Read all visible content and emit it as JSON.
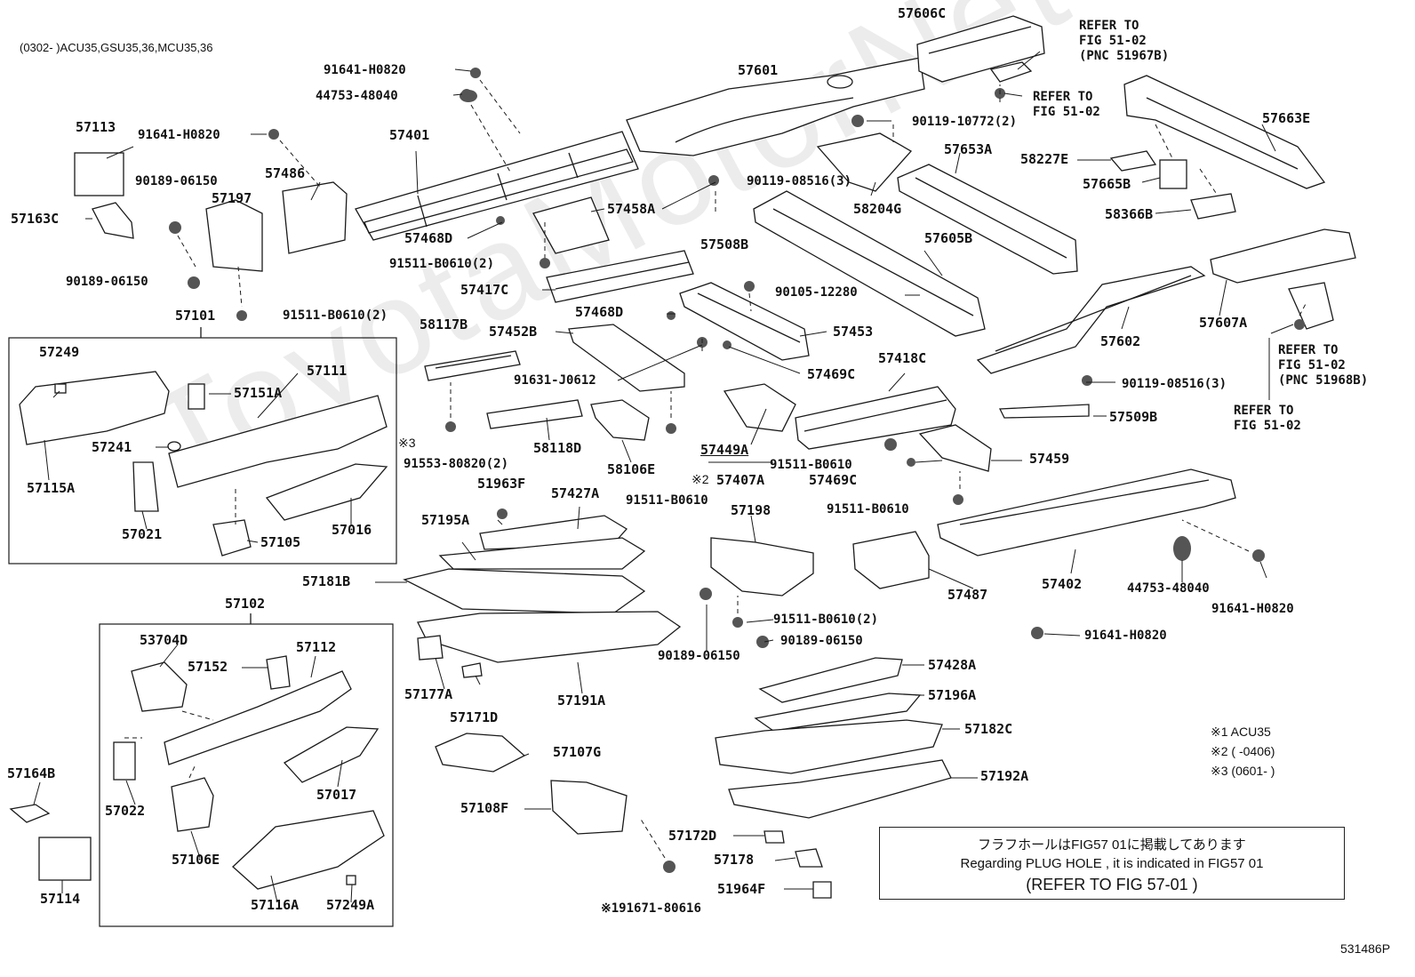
{
  "header": {
    "text": "(0302-     )ACU35,GSU35,36,MCU35,36"
  },
  "watermark": "ToyotaMotorNet",
  "drawing_number": "531486P",
  "labels": {
    "p57606C": "57606C",
    "p57601": "57601",
    "p57401": "57401",
    "p57113": "57113",
    "p57486": "57486",
    "p57197": "57197",
    "p57163C": "57163C",
    "p57458A": "57458A",
    "p57468D_a": "57468D",
    "p57508B": "57508B",
    "p57417C": "57417C",
    "p57468D_b": "57468D",
    "p57453": "57453",
    "p57452B": "57452B",
    "p58117B": "58117B",
    "p57469C_a": "57469C",
    "p57418C": "57418C",
    "p57449A": "57449A",
    "p57407A": "57407A",
    "p57469C_b": "57469C",
    "p57459": "57459",
    "p58118D": "58118D",
    "p58106E": "58106E",
    "p51963F": "51963F",
    "p57427A": "57427A",
    "p57195A": "57195A",
    "p57181B": "57181B",
    "p57198": "57198",
    "p57177A": "57177A",
    "p57171D": "57171D",
    "p57191A": "57191A",
    "p57107G": "57107G",
    "p57108F": "57108F",
    "p57172D": "57172D",
    "p57178": "57178",
    "p51964F": "51964F",
    "p57428A": "57428A",
    "p57196A": "57196A",
    "p57182C": "57182C",
    "p57192A": "57192A",
    "p57487": "57487",
    "p57402": "57402",
    "p57653A": "57653A",
    "p58204G": "58204G",
    "p57605B": "57605B",
    "p57602": "57602",
    "p57663E": "57663E",
    "p58227E": "58227E",
    "p57665B": "57665B",
    "p58366B": "58366B",
    "p57607A": "57607A",
    "p57509B": "57509B",
    "p57101": "57101",
    "p57249": "57249",
    "p57111": "57111",
    "p57151A": "57151A",
    "p57241": "57241",
    "p57115A": "57115A",
    "p57021": "57021",
    "p57105": "57105",
    "p57016": "57016",
    "p57102": "57102",
    "p53704D": "53704D",
    "p57152": "57152",
    "p57112": "57112",
    "p57022": "57022",
    "p57017": "57017",
    "p57106E": "57106E",
    "p57116A": "57116A",
    "p57249A": "57249A",
    "p57164B": "57164B",
    "p57114": "57114"
  },
  "fasteners": {
    "f91641_top": "91641-H0820",
    "f44753_top": "44753-48040",
    "f91641_left": "91641-H0820",
    "f90189_a": "90189-06150",
    "f90189_b": "90189-06150",
    "f91511_2a": "91511-B0610(2)",
    "f91511_left": "91511-B0610(2)",
    "f90119_10772": "90119-10772(2)",
    "f90119_08516_a": "90119-08516(3)",
    "f90105": "90105-12280",
    "f91631": "91631-J0612",
    "f91553": "91553-80820(2)",
    "f91511_mid": "91511-B0610",
    "f91511_c": "91511-B0610",
    "f91511_d": "91511-B0610",
    "f90119_08516_b": "90119-08516(3)",
    "f44753_right": "44753-48040",
    "f91641_right": "91641-H0820",
    "f91641_bottom": "91641-H0820",
    "f91511_2b": "91511-B0610(2)",
    "f90189_c": "90189-06150",
    "f90189_d": "90189-06150",
    "f191671": "※191671-80616"
  },
  "refers": {
    "r1": [
      "REFER TO",
      "FIG 51-02",
      "(PNC 51967B)"
    ],
    "r2": [
      "REFER TO",
      "FIG 51-02"
    ],
    "r3": [
      "REFER TO",
      "FIG 51-02",
      "(PNC 51968B)"
    ],
    "r4": [
      "REFER TO",
      "FIG 51-02"
    ]
  },
  "marks": {
    "m3": "※3",
    "m2": "※2"
  },
  "notes": {
    "n1": "※1 ACU35",
    "n2": "※2 (      -0406)",
    "n3": "※3 (0601-      )"
  },
  "notebox": {
    "line1": "フラフホールはFIG57 01に掲載してあります",
    "line2": "Regarding PLUG HOLE , it is indicated in FIG57 01",
    "line3": "(REFER TO FIG 57-01 )"
  }
}
